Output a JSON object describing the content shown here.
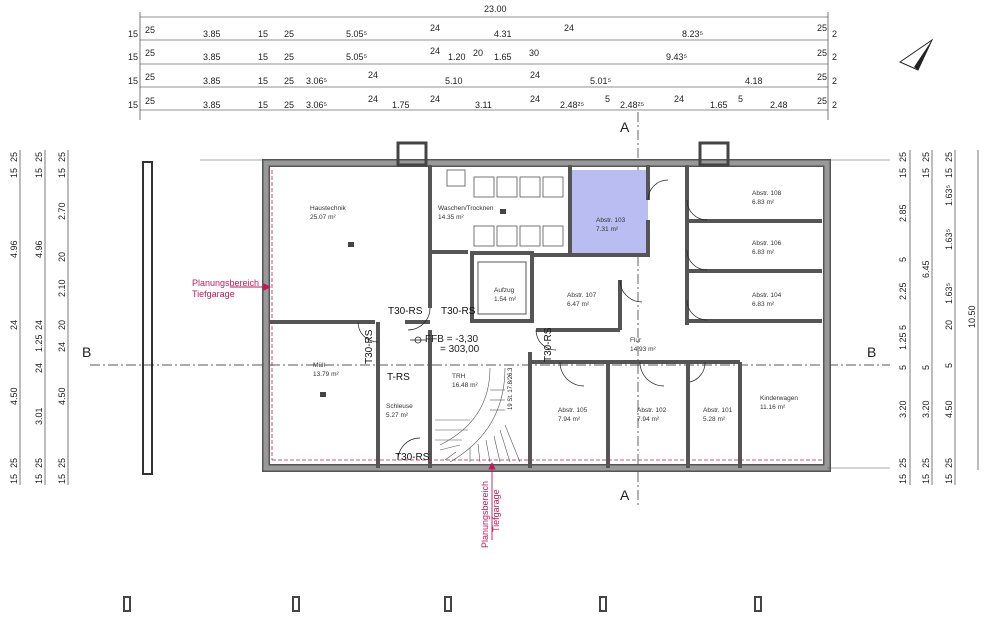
{
  "dims_top": {
    "total": "23.00",
    "row1": [
      "15",
      "25",
      "3.85",
      "15",
      "25",
      "5.05⁵",
      "24",
      "4.31",
      "24",
      "8.23⁵",
      "25",
      "2"
    ],
    "row2": [
      "15",
      "25",
      "3.85",
      "15",
      "25",
      "5.05⁵",
      "24",
      "1.20",
      "20",
      "1.65",
      "30",
      "9.43⁵",
      "25",
      "2"
    ],
    "row3": [
      "15",
      "25",
      "3.85",
      "15",
      "25",
      "3.06⁵",
      "24",
      "5.10",
      "24",
      "5.01⁵",
      "4.18",
      "25",
      "2"
    ],
    "row4": [
      "15",
      "25",
      "3.85",
      "15",
      "25",
      "3.06⁵",
      "24",
      "1.75",
      "24",
      "3.11",
      "24",
      "2.48²⁵",
      "5",
      "2.48²⁵",
      "24",
      "1.65",
      "5",
      "2.48",
      "25",
      "2"
    ]
  },
  "dims_left": {
    "col1": [
      "25",
      "15",
      "4.96",
      "24",
      "4.50",
      "25",
      "15"
    ],
    "col2": [
      "25",
      "15",
      "4.96",
      "24",
      "1.25",
      "24",
      "3.01",
      "25",
      "15"
    ],
    "col3": [
      "25",
      "15",
      "2.70",
      "20",
      "2.10",
      "20",
      "24",
      "4.50",
      "25",
      "15"
    ]
  },
  "dims_right": {
    "col1": [
      "25",
      "15",
      "2.85",
      "5",
      "2.25",
      "5",
      "1.25",
      "5",
      "3.20",
      "25",
      "15"
    ],
    "col2": [
      "25",
      "15",
      "6.45",
      "5",
      "3.20",
      "25",
      "15"
    ],
    "col3": [
      "25",
      "15",
      "1.63⁵",
      "1.63⁵",
      "1.63⁵",
      "20",
      "5",
      "4.50",
      "25",
      "15"
    ],
    "col4": [
      "10.50"
    ]
  },
  "rooms": {
    "haustechnik": {
      "name": "Haustechnik",
      "area": "25.07 m²"
    },
    "waschen": {
      "name": "Waschen/Trocknen",
      "area": "14.35 m²"
    },
    "abstr103": {
      "name": "Abstr. 103",
      "area": "7.31 m²"
    },
    "abstr108": {
      "name": "Abstr. 108",
      "area": "6.83 m²"
    },
    "abstr106": {
      "name": "Abstr. 106",
      "area": "6.83 m²"
    },
    "abstr104": {
      "name": "Abstr. 104",
      "area": "6.83 m²"
    },
    "aufzug": {
      "name": "Aufzug",
      "area": "1.54 m²"
    },
    "abstr107": {
      "name": "Abstr. 107",
      "area": "6.47 m²"
    },
    "muell": {
      "name": "Müll",
      "area": "13.79 m²"
    },
    "schleuse": {
      "name": "Schleuse",
      "area": "5.27 m²"
    },
    "trh": {
      "name": "TRH",
      "area": "16.48 m²"
    },
    "flur": {
      "name": "Flur",
      "area": "14.93 m²"
    },
    "abstr105": {
      "name": "Abstr. 105",
      "area": "7.94 m²"
    },
    "abstr102": {
      "name": "Abstr. 102",
      "area": "7.94 m²"
    },
    "abstr101": {
      "name": "Abstr. 101",
      "area": "5.28 m²"
    },
    "kinderwagen": {
      "name": "Kinderwagen",
      "area": "11.16 m²"
    }
  },
  "doors": {
    "t30_1": "T30-RS",
    "t30_2": "T30-RS",
    "t30_3": "T30-RS",
    "t30_4": "T30-RS",
    "t30_5": "T30-RS",
    "trs": "T-RS"
  },
  "level": {
    "ffb": "FFB = -3,30",
    "nn": "= 303,00"
  },
  "annotations": {
    "planung1": "Planungsbereich",
    "tief1": "Tiefgarage",
    "planung2": "Planungsbereich",
    "tief2": "Tiefgarage",
    "stair": "19 St. 17.8/26.3"
  },
  "sections": {
    "a_top": "A",
    "a_bottom": "A",
    "b_left": "B",
    "b_right": "B"
  },
  "colors": {
    "wall": "#8a8a8a",
    "wall_dark": "#3a3a3a",
    "highlight": "#b9bdf2",
    "red": "#c2185b",
    "line": "#222222"
  }
}
